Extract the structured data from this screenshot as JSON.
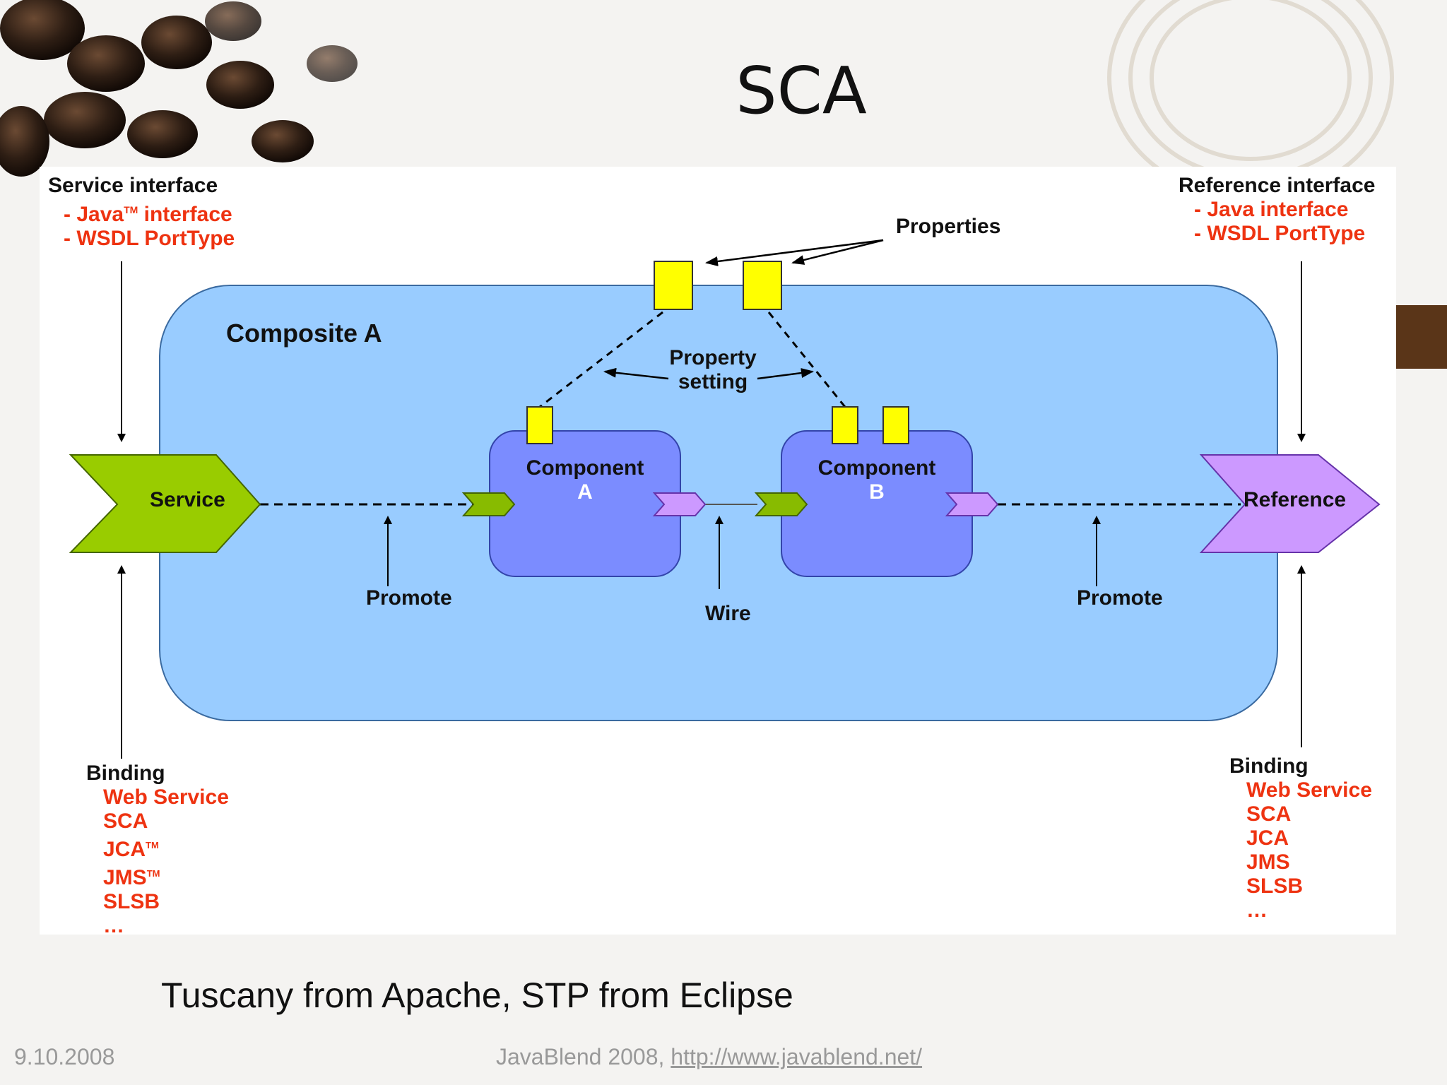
{
  "slide": {
    "title": "SCA",
    "subtitle": "Tuscany from Apache, STP from Eclipse",
    "date": "9.10.2008",
    "footer_prefix": "JavaBlend 2008, ",
    "footer_link": "http://www.javablend.net/"
  },
  "diagram": {
    "service_interface": {
      "heading": "Service interface",
      "items": [
        "- Java",
        "- WSDL PortType"
      ],
      "java_suffix": " interface",
      "tm": "TM"
    },
    "reference_interface": {
      "heading": "Reference interface",
      "items": [
        "- Java interface",
        "- WSDL PortType"
      ]
    },
    "properties_label": "Properties",
    "composite_label": "Composite A",
    "property_setting": [
      "Property",
      "setting"
    ],
    "component_a": [
      "Component",
      "A"
    ],
    "component_b": [
      "Component",
      "B"
    ],
    "service_label": "Service",
    "reference_label": "Reference",
    "promote_left": "Promote",
    "promote_right": "Promote",
    "wire_label": "Wire",
    "binding_left": {
      "heading": "Binding",
      "items": [
        "Web Service",
        "SCA",
        "JCA",
        "JMS",
        "SLSB",
        "…"
      ],
      "tm": "TM"
    },
    "binding_right": {
      "heading": "Binding",
      "items": [
        "Web Service",
        "SCA",
        "JCA",
        "JMS",
        "SLSB",
        "…"
      ]
    }
  },
  "colors": {
    "composite_fill": "#99ccff",
    "component_fill": "#7b8cff",
    "service_fill": "#99cc00",
    "reference_fill": "#cc99ff",
    "property_fill": "#ffff00",
    "label_red": "#ee3311"
  }
}
